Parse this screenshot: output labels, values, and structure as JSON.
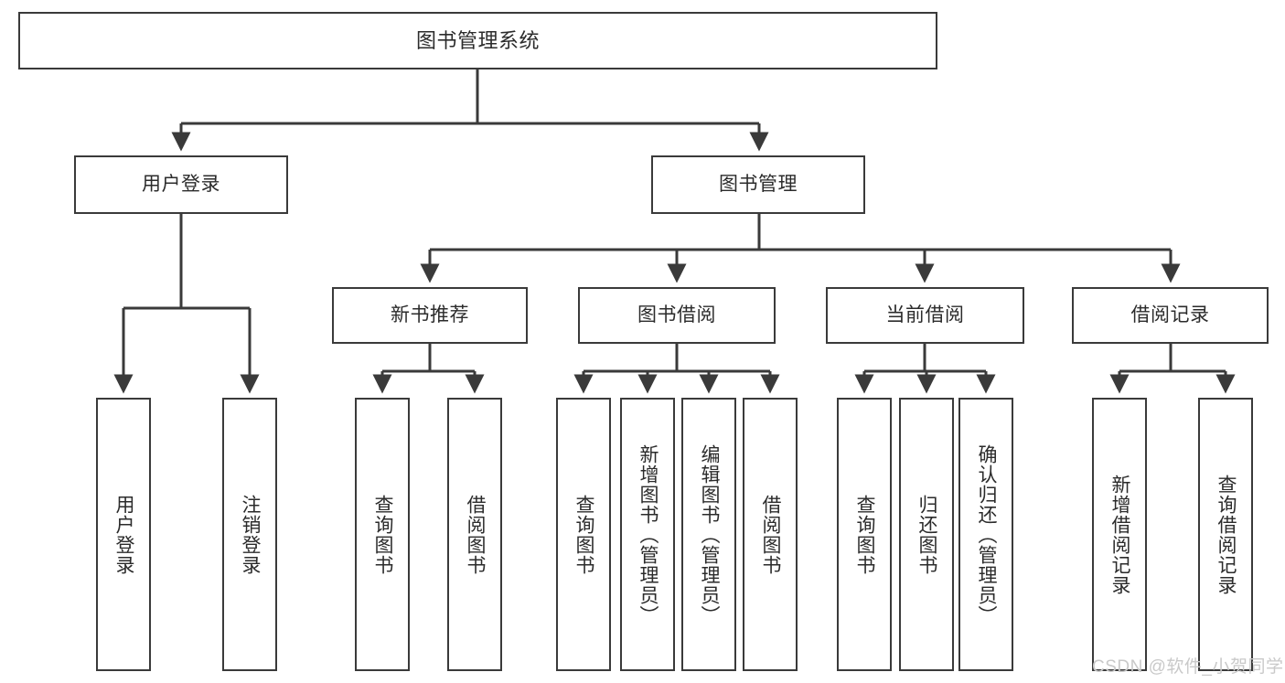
{
  "diagram": {
    "title_node": {
      "label": "图书管理系统"
    },
    "level2": [
      {
        "id": "user-login",
        "label": "用户登录"
      },
      {
        "id": "book-manage",
        "label": "图书管理"
      }
    ],
    "level3": [
      {
        "id": "new-book-recommend",
        "label": "新书推荐"
      },
      {
        "id": "book-borrow",
        "label": "图书借阅"
      },
      {
        "id": "current-borrow",
        "label": "当前借阅"
      },
      {
        "id": "borrow-record",
        "label": "借阅记录"
      }
    ],
    "leaves": [
      {
        "id": "leaf-user-login",
        "label": "用户登录",
        "parent": "user-login"
      },
      {
        "id": "leaf-logout",
        "label": "注销登录",
        "parent": "user-login"
      },
      {
        "id": "leaf-query-book-1",
        "label": "查询图书",
        "parent": "new-book-recommend"
      },
      {
        "id": "leaf-borrow-book-1",
        "label": "借阅图书",
        "parent": "new-book-recommend"
      },
      {
        "id": "leaf-query-book-2",
        "label": "查询图书",
        "parent": "book-borrow"
      },
      {
        "id": "leaf-add-book",
        "label": "新增图书（管理员）",
        "parent": "book-borrow"
      },
      {
        "id": "leaf-edit-book",
        "label": "编辑图书（管理员）",
        "parent": "book-borrow"
      },
      {
        "id": "leaf-borrow-book-2",
        "label": "借阅图书",
        "parent": "book-borrow"
      },
      {
        "id": "leaf-query-book-3",
        "label": "查询图书",
        "parent": "current-borrow"
      },
      {
        "id": "leaf-return-book",
        "label": "归还图书",
        "parent": "current-borrow"
      },
      {
        "id": "leaf-confirm-return",
        "label": "确认归还（管理员）",
        "parent": "current-borrow"
      },
      {
        "id": "leaf-add-record",
        "label": "新增借阅记录",
        "parent": "borrow-record"
      },
      {
        "id": "leaf-query-record",
        "label": "查询借阅记录",
        "parent": "borrow-record"
      }
    ],
    "watermark": "CSDN @软件_小贺同学",
    "colors": {
      "stroke": "#3a3a3a",
      "text": "#2b2b2b",
      "background": "#ffffff",
      "watermark": "#c9c9c9"
    }
  }
}
